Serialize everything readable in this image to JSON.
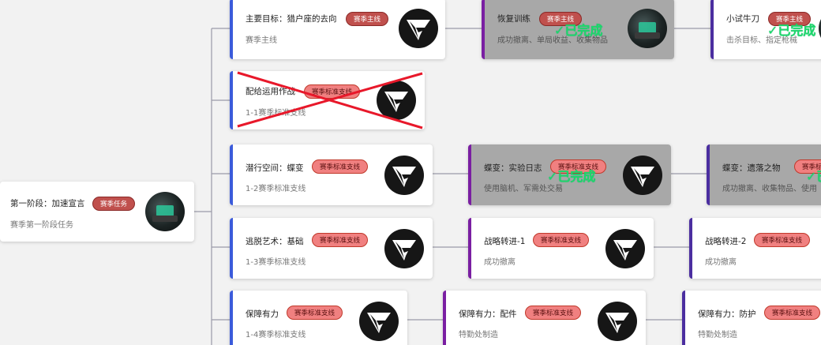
{
  "root": {
    "title": "第一阶段：加速宣言",
    "badge": "赛季任务",
    "desc": "赛季第一阶段任务"
  },
  "completed_label": "✓已完成",
  "rows": {
    "r1": {
      "a": {
        "title": "主要目标：猎户座的去向",
        "badge": "赛季主线",
        "desc": "赛季主线"
      },
      "b": {
        "title": "恢复训练",
        "badge": "赛季主线",
        "desc": "成功撤离、单局收益、收集物品"
      },
      "c": {
        "title": "小试牛刀",
        "badge": "赛季主线",
        "desc": "击杀目标、指定枪械"
      }
    },
    "r2": {
      "a": {
        "title": "配给运用作战",
        "badge": "赛季标准支线",
        "desc": "1-1赛季标准支线"
      }
    },
    "r3": {
      "a": {
        "title": "潜行空间：蝶变",
        "badge": "赛季标准支线",
        "desc": "1-2赛季标准支线"
      },
      "b": {
        "title": "蝶变：实验日志",
        "badge": "赛季标准支线",
        "desc": "使用脑机、军需处交易"
      },
      "c": {
        "title": "蝶变：遗落之物",
        "badge": "赛季标准支线",
        "desc": "成功撤离、收集物品、使用"
      }
    },
    "r4": {
      "a": {
        "title": "逃脱艺术：基础",
        "badge": "赛季标准支线",
        "desc": "1-3赛季标准支线"
      },
      "b": {
        "title": "战略转进-1",
        "badge": "赛季标准支线",
        "desc": "成功撤离"
      },
      "c": {
        "title": "战略转进-2",
        "badge": "赛季标准支线",
        "desc": "成功撤离"
      }
    },
    "r5": {
      "a": {
        "title": "保障有力",
        "badge": "赛季标准支线",
        "desc": "1-4赛季标准支线"
      },
      "b": {
        "title": "保障有力：配件",
        "badge": "赛季标准支线",
        "desc": "特勤处制造"
      },
      "c": {
        "title": "保障有力：防护",
        "badge": "赛季标准支线",
        "desc": "特勤处制造"
      }
    }
  },
  "icons": {
    "logo": "g-emblem-icon",
    "photo": "device-thumbnail",
    "cross": "cancelled-cross"
  },
  "colors": {
    "main_border": "#3b5bdb",
    "purple_border": "#7a1fa2",
    "violet_border": "#4b2ea0",
    "completed_bg": "#a8a8a8",
    "completed_text": "#1dd86a",
    "badge_std_bg": "#f08080",
    "badge_main_bg": "#c0504d",
    "cross": "#e8182a"
  }
}
